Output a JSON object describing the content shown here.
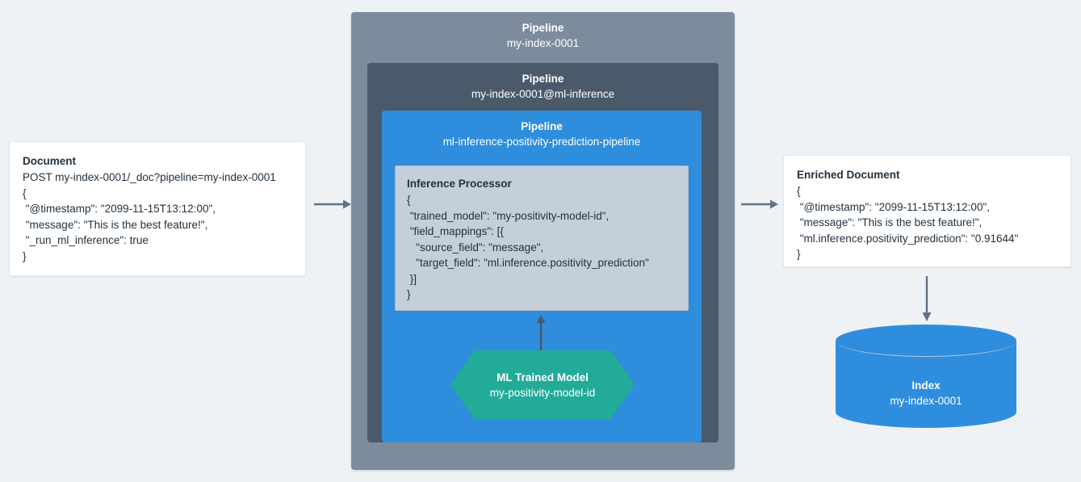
{
  "diagram": {
    "title": "Elasticsearch ML inference ingest pipeline flow",
    "background_color": "#eff2f5",
    "colors": {
      "outer_pipeline": "#7d8c9c",
      "mid_pipeline": "#4a5a6a",
      "inner_pipeline": "#2e8ddd",
      "processor_panel": "#c4cfd9",
      "trained_model": "#22ab98",
      "index_cylinder": "#2e8ddd",
      "arrow": "#5f7183",
      "card_background": "#ffffff",
      "text_dark": "#22313f",
      "text_light": "#ffffff"
    }
  },
  "document_card": {
    "title": "Document",
    "lines": [
      "POST my-index-0001/_doc?pipeline=my-index-0001",
      "{",
      " \"@timestamp\": \"2099-11-15T13:12:00\",",
      " \"message\": \"This is the best feature!\",",
      " \"_run_ml_inference\": true",
      "}"
    ]
  },
  "pipelines": {
    "outer": {
      "kind": "Pipeline",
      "name": "my-index-0001"
    },
    "mid": {
      "kind": "Pipeline",
      "name": "my-index-0001@ml-inference"
    },
    "inner": {
      "kind": "Pipeline",
      "name": "ml-inference-positivity-prediction-pipeline"
    }
  },
  "inference_processor": {
    "title": "Inference Processor",
    "lines": [
      "{",
      " \"trained_model\": \"my-positivity-model-id\",",
      " \"field_mappings\": [{",
      "   \"source_field\": \"message\",",
      "   \"target_field\": \"ml.inference.positivity_prediction\"",
      " }]",
      "}"
    ]
  },
  "trained_model": {
    "kind": "ML Trained Model",
    "name": "my-positivity-model-id"
  },
  "enriched_document_card": {
    "title": "Enriched Document",
    "lines": [
      "{",
      " \"@timestamp\": \"2099-11-15T13:12:00\",",
      " \"message\": \"This is the best feature!\",",
      " \"ml.inference.positivity_prediction\": \"0.91644\"",
      "}"
    ]
  },
  "index": {
    "kind": "Index",
    "name": "my-index-0001"
  },
  "arrows": {
    "document_to_pipeline": "arrow-right",
    "pipeline_to_enriched": "arrow-right",
    "model_to_processor": "arrow-up",
    "enriched_to_index": "arrow-down"
  }
}
